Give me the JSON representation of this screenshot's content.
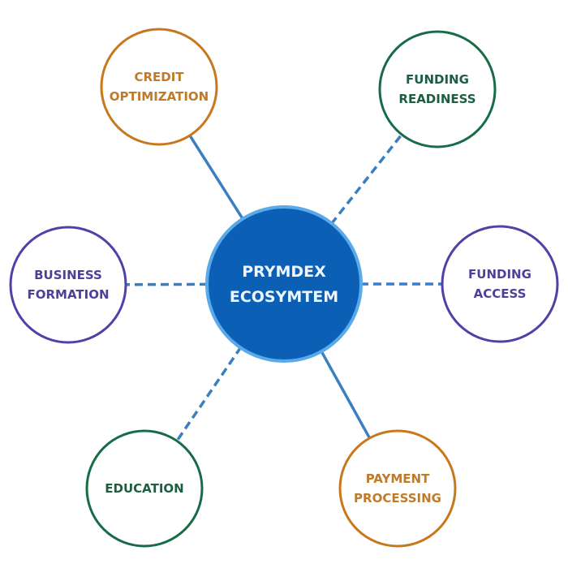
{
  "hub": {
    "lines": [
      "PRYMDEX",
      "ECOSYMTEM"
    ],
    "fill": "#0b60b5",
    "border": "#5aaaea"
  },
  "connector_color": "#3a7fc1",
  "nodes": [
    {
      "id": "credit-optimization",
      "lines": [
        "CREDIT",
        "OPTIMIZATION"
      ],
      "color": "#c8781c",
      "text_color": "#bf7a2a",
      "connector": "solid"
    },
    {
      "id": "funding-readiness",
      "lines": [
        "FUNDING",
        "READINESS"
      ],
      "color": "#176b46",
      "text_color": "#1d5e42",
      "connector": "dashed"
    },
    {
      "id": "business-formation",
      "lines": [
        "BUSINESS",
        "FORMATION"
      ],
      "color": "#5140a8",
      "text_color": "#4e3f98",
      "connector": "dashed"
    },
    {
      "id": "funding-access",
      "lines": [
        "FUNDING",
        "ACCESS"
      ],
      "color": "#5140a8",
      "text_color": "#4e3f98",
      "connector": "dashed"
    },
    {
      "id": "education",
      "lines": [
        "EDUCATION"
      ],
      "color": "#176b46",
      "text_color": "#1d5e42",
      "connector": "dashed"
    },
    {
      "id": "payment-processing",
      "lines": [
        "PAYMENT",
        "PROCESSING"
      ],
      "color": "#c8781c",
      "text_color": "#bf7a2a",
      "connector": "solid"
    }
  ]
}
